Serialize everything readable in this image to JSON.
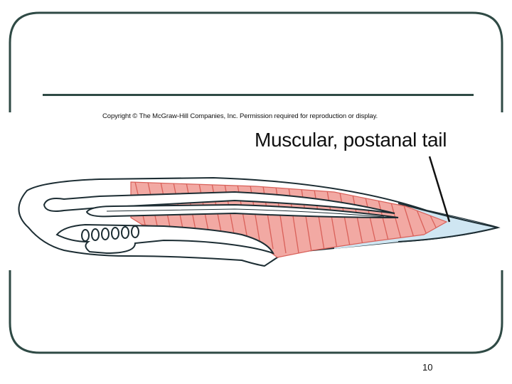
{
  "copyright": "Copyright © The McGraw-Hill Companies, Inc. Permission required for reproduction or display.",
  "label": "Muscular, postanal tail",
  "page_number": "10",
  "colors": {
    "frame": "#2f4a45",
    "muscle_fill": "#f2a9a3",
    "muscle_lines": "#d9615a",
    "tail_fill": "#cfe6f2",
    "outline": "#1c2d33"
  }
}
